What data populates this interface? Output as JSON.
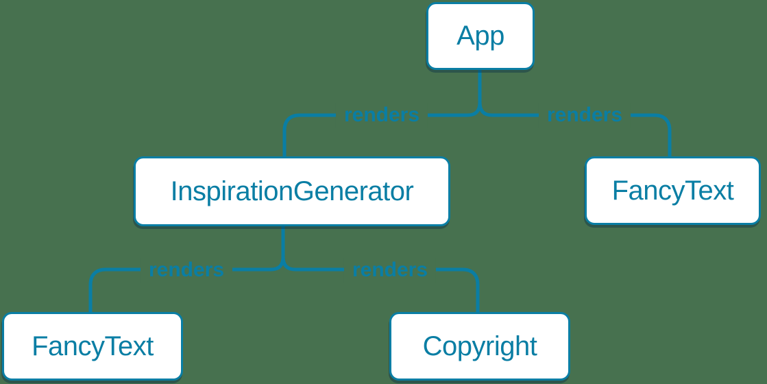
{
  "background_color": "#47714f",
  "accent_color": "#0a7ea4",
  "diagram": {
    "type": "component-render-tree",
    "nodes": [
      {
        "id": "app",
        "label": "App"
      },
      {
        "id": "inspiration-generator",
        "label": "InspirationGenerator"
      },
      {
        "id": "fancy-text-top",
        "label": "FancyText"
      },
      {
        "id": "fancy-text-bottom",
        "label": "FancyText"
      },
      {
        "id": "copyright",
        "label": "Copyright"
      }
    ],
    "edges": [
      {
        "from": "App",
        "to": "InspirationGenerator",
        "label": "renders"
      },
      {
        "from": "App",
        "to": "FancyText",
        "label": "renders"
      },
      {
        "from": "InspirationGenerator",
        "to": "FancyText",
        "label": "renders"
      },
      {
        "from": "InspirationGenerator",
        "to": "Copyright",
        "label": "renders"
      }
    ]
  }
}
